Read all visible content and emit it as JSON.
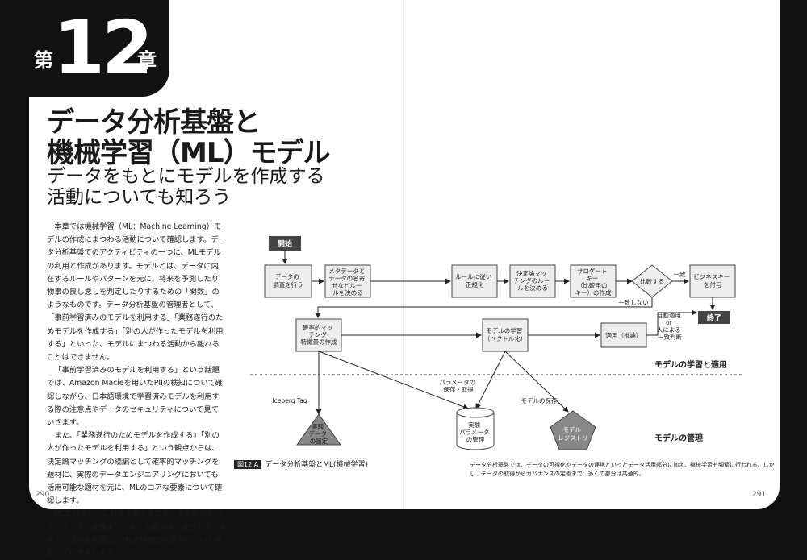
{
  "chapter": {
    "prefix": "第",
    "number": "12",
    "suffix": "章"
  },
  "title_line1": "データ分析基盤と",
  "title_line2": "機械学習（ML）モデル",
  "subtitle_line1": "データをもとにモデルを作成する",
  "subtitle_line2": "活動についても知ろう",
  "body_paragraphs": [
    "本章では機械学習（ML：Machine Learning）モデルの作成にまつわる活動について確認します。データ分析基盤でのアクティビティの一つに、MLモデルの利用と作成があります。モデルとは、データに内在するルールやパターンを元に、将来を予測したり物事の良し悪しを判定したりするための「関数」のようなものです。データ分析基盤の管理者として、「事前学習済みのモデルを利用する」「業務遂行のためモデルを作成する」「別の人が作ったモデルを利用する」といった、モデルにまつわる活動から離れることはできません。",
    "「事前学習済みのモデルを利用する」という話題では、Amazon Macieを用いたPIIの検知について確認しながら、日本語環境で学習済みモデルを利用する際の注意点やデータのセキュリティについて見ていきます。",
    "また、「業務遂行のためモデルを作成する」「別の人が作ったモデルを利用する」という観点からは、決定論マッチングの続編として確率的マッチングを題材に、実際のデータエンジニアリングにおいても活用可能な題材を元に、MLのコアな要素について確認します。",
    "MLといえど、これまで見てきたデータの取得からガバナンスの定義まで、多くの部分は共通的です。今までの流れを前提に、MLの特徴的な部分について確認していきましょう。"
  ],
  "diagram": {
    "start": "開始",
    "end": "終了",
    "box_survey": [
      "データの",
      "調査を行う"
    ],
    "box_metadata": [
      "メタデータと",
      "データの名寄",
      "せなどルー",
      "ルを決める"
    ],
    "box_normalize": [
      "ルールに従い",
      "正規化"
    ],
    "box_deterministic": [
      "決定論マッ",
      "チングのルー",
      "ルを決める"
    ],
    "box_surrogate": [
      "サロゲート",
      "キー",
      "（比較用の",
      "キー）の作成"
    ],
    "compare": "比較する",
    "match": "一致",
    "nomatch": "一致しない",
    "box_business_key": [
      "ビジネスキー",
      "を付与"
    ],
    "box_features": [
      "確率的マッ",
      "チング",
      "特徴量の作成"
    ],
    "box_learn": [
      "モデルの学習",
      "（ベクトル化）"
    ],
    "box_apply": "適用（推論）",
    "auto_apply": [
      "自動適用",
      "or",
      "人による",
      "一致判断"
    ],
    "section_learn": "モデルの学習と適用",
    "section_manage": "モデルの管理",
    "param_label": [
      "パラメータの",
      "保存・取得"
    ],
    "iceberg": "Iceberg Tag",
    "model_save": "モデルの保存",
    "exp_data": [
      "実験",
      "データ",
      "の固定"
    ],
    "exp_params": [
      "実験",
      "パラメータ",
      "の管理"
    ],
    "registry": [
      "モデル",
      "レジストリ"
    ]
  },
  "figure": {
    "label": "図12.A",
    "caption": "データ分析基盤とML(機械学習)"
  },
  "right_caption": "データ分析基盤では、データの可視化やデータの連携といったデータ活用部分に加え、機械学習も頻繁に行われる。しかし、データの取得からガバナンスの定義まで、多くの部分は共通的。",
  "page_left": "290",
  "page_right": "291"
}
